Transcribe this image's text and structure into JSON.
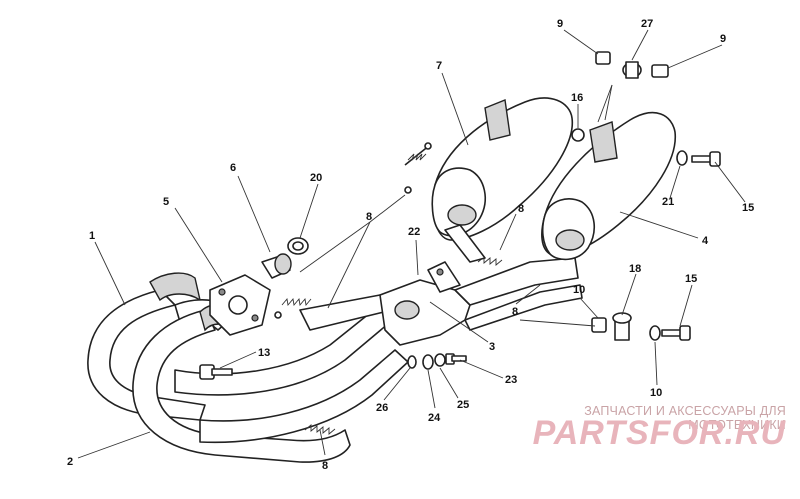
{
  "diagram": {
    "callouts": [
      {
        "id": "c1",
        "text": "1"
      },
      {
        "id": "c2",
        "text": "2"
      },
      {
        "id": "c3",
        "text": "3"
      },
      {
        "id": "c4",
        "text": "4"
      },
      {
        "id": "c5",
        "text": "5"
      },
      {
        "id": "c6",
        "text": "6"
      },
      {
        "id": "c7",
        "text": "7"
      },
      {
        "id": "c8a",
        "text": "8"
      },
      {
        "id": "c8b",
        "text": "8"
      },
      {
        "id": "c8c",
        "text": "8"
      },
      {
        "id": "c8d",
        "text": "8"
      },
      {
        "id": "c9a",
        "text": "9"
      },
      {
        "id": "c9b",
        "text": "9"
      },
      {
        "id": "c10a",
        "text": "10"
      },
      {
        "id": "c10b",
        "text": "10"
      },
      {
        "id": "c13",
        "text": "13"
      },
      {
        "id": "c15a",
        "text": "15"
      },
      {
        "id": "c15b",
        "text": "15"
      },
      {
        "id": "c16",
        "text": "16"
      },
      {
        "id": "c18",
        "text": "18"
      },
      {
        "id": "c20",
        "text": "20"
      },
      {
        "id": "c21",
        "text": "21"
      },
      {
        "id": "c22",
        "text": "22"
      },
      {
        "id": "c23",
        "text": "23"
      },
      {
        "id": "c24",
        "text": "24"
      },
      {
        "id": "c25",
        "text": "25"
      },
      {
        "id": "c26",
        "text": "26"
      },
      {
        "id": "c27",
        "text": "27"
      }
    ]
  },
  "watermark": {
    "caption": "ЗАПЧАСТИ И АКСЕССУАРЫ ДЛЯ МОТОТЕХНИКИ",
    "logo": "PARTSFOR.RU"
  }
}
